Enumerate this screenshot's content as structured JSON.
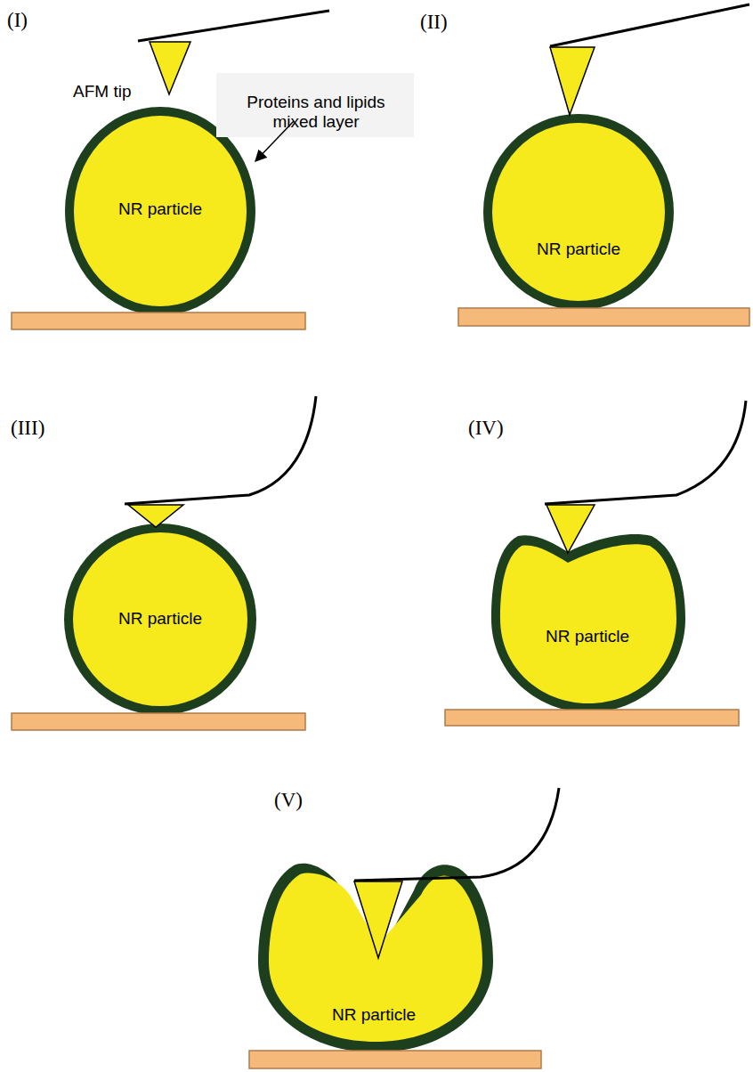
{
  "diagram": {
    "nodes": [
      {
        "text": [
          "NR particle"
        ]
      },
      {
        "text": [
          "NR particle"
        ]
      },
      {
        "text": [
          "NR particle"
        ]
      },
      {
        "text": [
          "NR particle"
        ]
      },
      {
        "text": [
          "NR particle"
        ]
      }
    ],
    "labels": [
      "(I)",
      "AFM tip",
      "Proteins and lipids mixed layer",
      "(II)",
      "(III)",
      "(IV)",
      "(V)"
    ]
  }
}
